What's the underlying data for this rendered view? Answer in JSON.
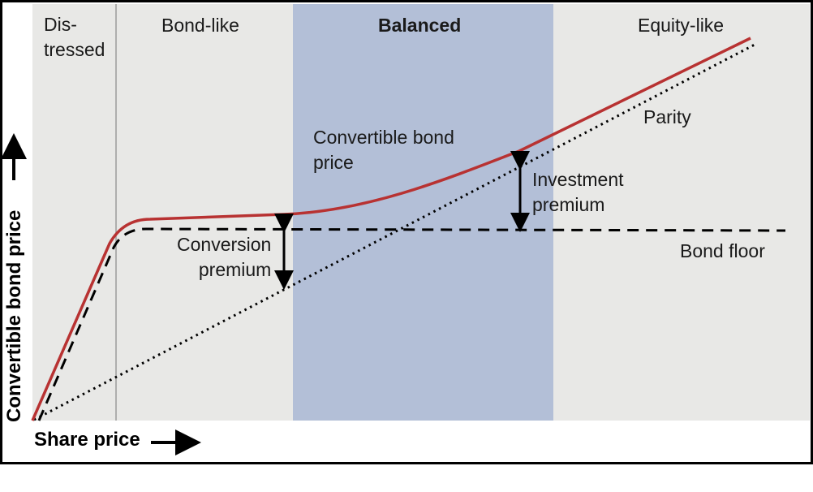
{
  "regions": {
    "distressed": "Dis-\ntressed",
    "distressed_l1": "Dis-",
    "distressed_l2": "tressed",
    "bond_like": "Bond-like",
    "balanced": "Balanced",
    "equity_like": "Equity-like"
  },
  "labels": {
    "cb_price_l1": "Convertible bond",
    "cb_price_l2": "price",
    "parity": "Parity",
    "investment_l1": "Investment",
    "investment_l2": "premium",
    "conversion_l1": "Conversion",
    "conversion_l2": "premium",
    "bond_floor": "Bond floor"
  },
  "axes": {
    "x": "Share price",
    "y": "Convertible bond price"
  },
  "colors": {
    "background_region": "#e8e8e6",
    "balanced_region": "#b3bfd7",
    "cb_price_line": "#b83232",
    "divider": "#9a9a9a"
  }
}
